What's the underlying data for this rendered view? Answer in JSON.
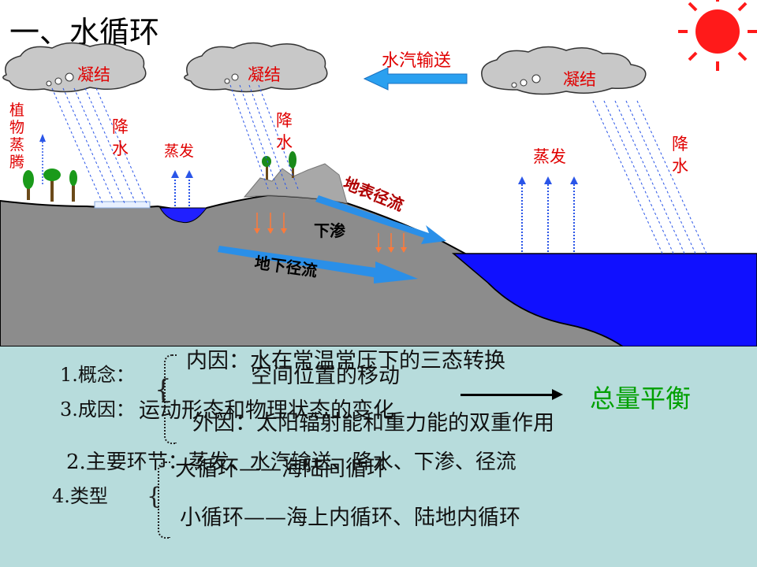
{
  "title": "一、水循环",
  "diagram": {
    "labels": {
      "cloud_left": "凝结",
      "cloud_mid": "凝结",
      "cloud_right": "凝结",
      "transport": "水汽输送",
      "plant_transpiration": [
        "植",
        "物",
        "蒸",
        "腾"
      ],
      "rain_left": [
        "降",
        "水"
      ],
      "rain_mid": [
        "降",
        "水"
      ],
      "rain_right": [
        "降",
        "水"
      ],
      "evap_land": "蒸发",
      "evap_sea": "蒸发",
      "surface_runoff": "地表径流",
      "infiltration": "下渗",
      "groundwater_runoff": "地下径流"
    },
    "colors": {
      "sky": "#ffffff",
      "cloud": "#c8c8c8",
      "land_grey": "#8c8c8c",
      "soil": "#8a8a52",
      "sea": "#1010ff",
      "arrow_blue": "#2a8fe8",
      "label_red": "#e00000",
      "sun": "#ff1a1a"
    }
  },
  "notes": {
    "item1": "1.概念：",
    "item3": "3.成因：",
    "item2": "2.主要环节：蒸发、水汽输送、降水、下渗、径流",
    "item4": "4.类型",
    "inner_cause": "内因：水在常温常压下的三态转换",
    "space_move": "空间位置的移动",
    "motion_change": "运动形态和物理状态的变化",
    "outer_cause": "外因：太阳辐射能和重力能的双重作用",
    "total_balance": "总量平衡",
    "big_cycle": "大循环——海陆间循环",
    "small_cycle": "小循环——海上内循环、陆地内循环"
  }
}
